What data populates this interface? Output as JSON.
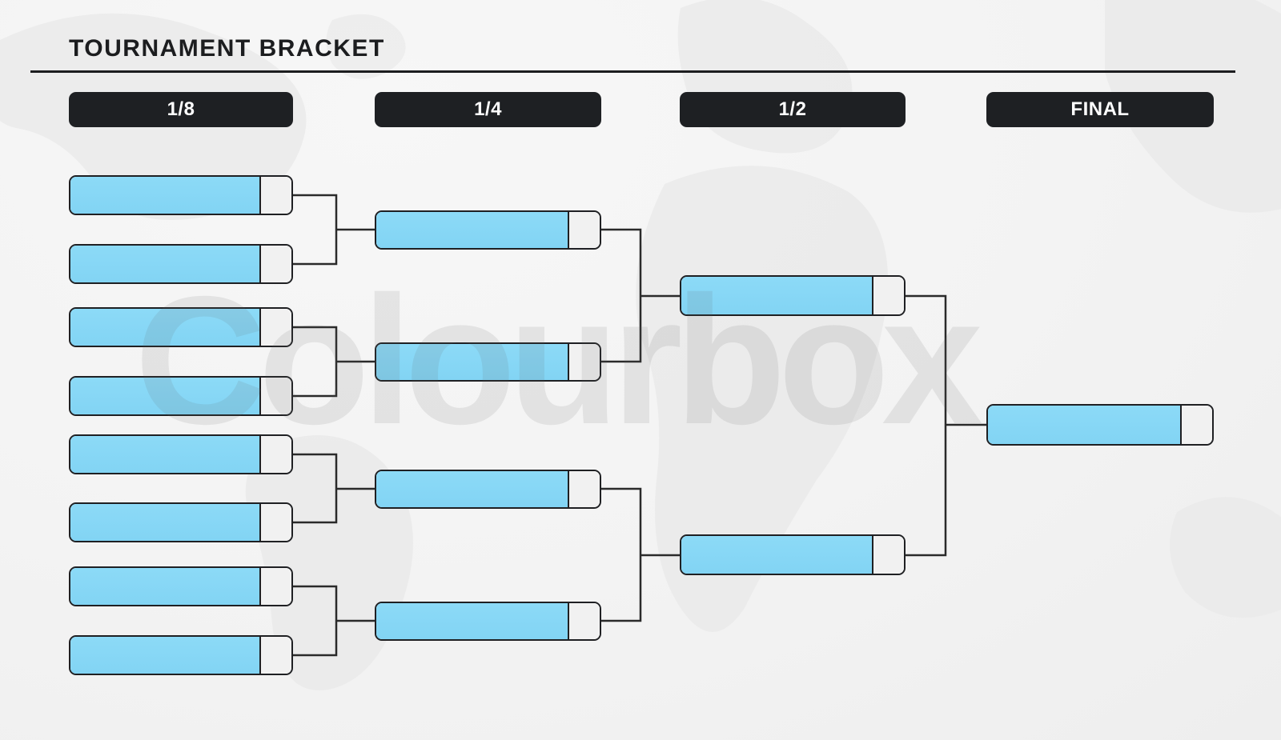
{
  "page": {
    "title": "TOURNAMENT BRACKET",
    "watermark": "Colourbox"
  },
  "rounds": [
    {
      "label": "1/8",
      "matches": 8
    },
    {
      "label": "1/4",
      "matches": 4
    },
    {
      "label": "1/2",
      "matches": 2
    },
    {
      "label": "FINAL",
      "matches": 1
    }
  ],
  "bracket": {
    "type": "single-elimination",
    "slots_per_round": [
      8,
      4,
      2,
      1
    ],
    "slots_are_blank_templates": true
  },
  "colors": {
    "background": "#f3f3f3",
    "slot_fill_blue": "#85d7f7",
    "slot_tail_gray": "#f1f1f1",
    "outline": "#1f2023",
    "connector": "#2a2a2a",
    "header_bg": "#1e2023",
    "header_text": "#ffffff",
    "title_text": "#1c1d1f"
  }
}
